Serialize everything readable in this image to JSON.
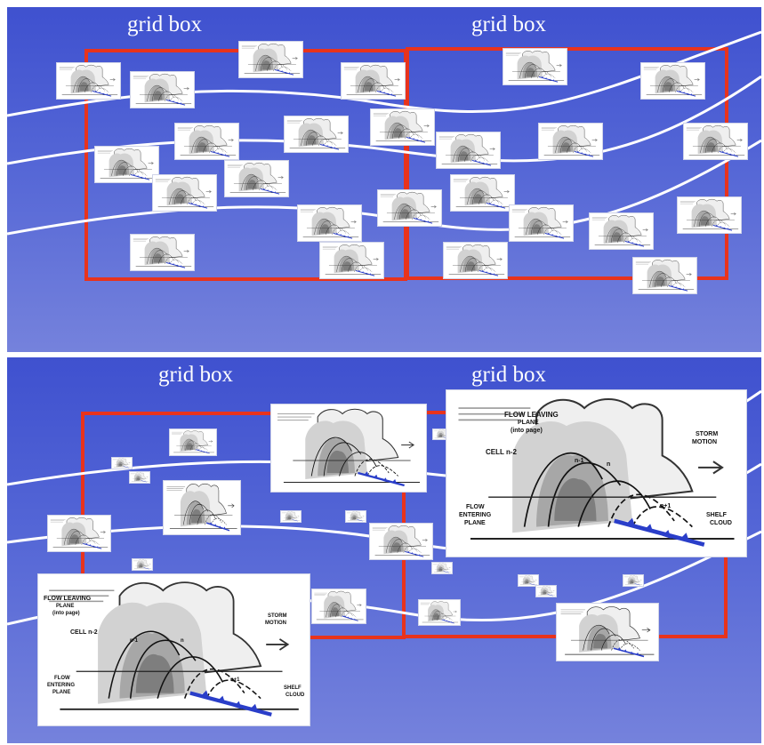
{
  "top_panel": {
    "left_label": "grid box",
    "right_label": "grid box"
  },
  "bottom_panel": {
    "left_label": "grid box",
    "right_label": "grid box",
    "large_diagram_right": {
      "flow_leaving_line1": "FLOW LEAVING",
      "flow_leaving_line2": "PLANE",
      "flow_leaving_line3": "(into page)",
      "storm_motion_line1": "STORM",
      "storm_motion_line2": "MOTION",
      "cell": "CELL n-2",
      "n_minus_1": "n-1",
      "n": "n",
      "n_plus_1": "n+1",
      "flow_entering_line1": "FLOW",
      "flow_entering_line2": "ENTERING",
      "flow_entering_line3": "PLANE",
      "shelf_line1": "SHELF",
      "shelf_line2": "CLOUD"
    },
    "large_diagram_left": {
      "flow_leaving_line1": "FLOW LEAVING",
      "flow_leaving_line2": "PLANE",
      "flow_leaving_line3": "(into page)",
      "storm_motion_line1": "STORM",
      "storm_motion_line2": "MOTION",
      "cell": "CELL n-2",
      "n_minus_1": "n-1",
      "n": "n",
      "n_plus_1": "n+1",
      "flow_entering_line1": "FLOW",
      "flow_entering_line2": "ENTERING",
      "flow_entering_line3": "PLANE",
      "shelf_line1": "SHELF",
      "shelf_line2": "CLOUD"
    }
  },
  "colors": {
    "gridbox_border": "#e8331c",
    "streamline": "#ffffff",
    "gust_front": "#2a3ec9"
  }
}
